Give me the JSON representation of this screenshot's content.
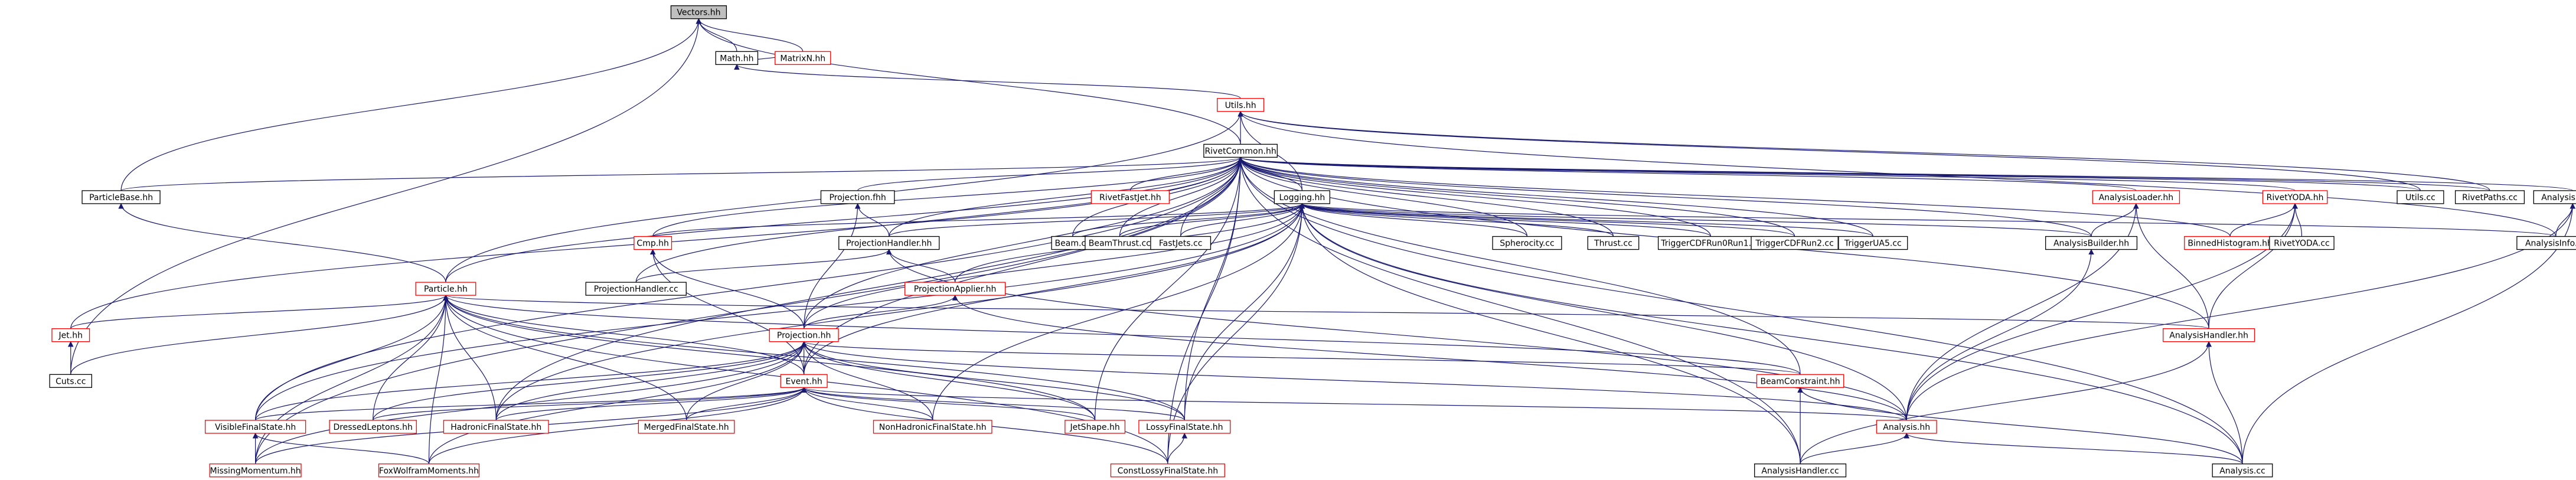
{
  "diagram": {
    "kind": "include-dependency-graph",
    "colors": {
      "edge": "#191970",
      "node_fill": "#ffffff",
      "node_border_documented": "#000000",
      "node_border_undocumented": "#ff0000",
      "root_fill": "#bfbfbf"
    },
    "nodes": [
      {
        "id": "vectors",
        "label": "Vectors.hh",
        "style": "root"
      },
      {
        "id": "math",
        "label": "Math.hh",
        "style": "plain"
      },
      {
        "id": "matrixn",
        "label": "MatrixN.hh",
        "style": "red"
      },
      {
        "id": "utils",
        "label": "Utils.hh",
        "style": "red"
      },
      {
        "id": "rivetcommon",
        "label": "RivetCommon.hh",
        "style": "plain"
      },
      {
        "id": "particlebase",
        "label": "ParticleBase.hh",
        "style": "plain"
      },
      {
        "id": "projectionfhh",
        "label": "Projection.fhh",
        "style": "plain"
      },
      {
        "id": "rivetfastjet",
        "label": "RivetFastJet.hh",
        "style": "red"
      },
      {
        "id": "logging",
        "label": "Logging.hh",
        "style": "plain"
      },
      {
        "id": "analysisloader",
        "label": "AnalysisLoader.hh",
        "style": "red"
      },
      {
        "id": "rivetyoda",
        "label": "RivetYODA.hh",
        "style": "red"
      },
      {
        "id": "utilscc",
        "label": "Utils.cc",
        "style": "plain"
      },
      {
        "id": "rivetpaths",
        "label": "RivetPaths.cc",
        "style": "plain"
      },
      {
        "id": "analysisinfohh",
        "label": "AnalysisInfo.hh",
        "style": "plain"
      },
      {
        "id": "cmp",
        "label": "Cmp.hh",
        "style": "red"
      },
      {
        "id": "projectionhandlerhh",
        "label": "ProjectionHandler.hh",
        "style": "plain"
      },
      {
        "id": "beamcc",
        "label": "Beam.cc",
        "style": "plain"
      },
      {
        "id": "beamthrust",
        "label": "BeamThrust.cc",
        "style": "plain"
      },
      {
        "id": "fastjets",
        "label": "FastJets.cc",
        "style": "plain"
      },
      {
        "id": "spherocity",
        "label": "Spherocity.cc",
        "style": "plain"
      },
      {
        "id": "thrust",
        "label": "Thrust.cc",
        "style": "plain"
      },
      {
        "id": "trig1",
        "label": "TriggerCDFRun0Run1.cc",
        "style": "plain"
      },
      {
        "id": "trig2",
        "label": "TriggerCDFRun2.cc",
        "style": "plain"
      },
      {
        "id": "trigua5",
        "label": "TriggerUA5.cc",
        "style": "plain"
      },
      {
        "id": "analysisbuilder",
        "label": "AnalysisBuilder.hh",
        "style": "plain"
      },
      {
        "id": "binnedhisto",
        "label": "BinnedHistogram.hh",
        "style": "red"
      },
      {
        "id": "rivetyodacc",
        "label": "RivetYODA.cc",
        "style": "plain"
      },
      {
        "id": "analysisinfocc",
        "label": "AnalysisInfo.cc",
        "style": "plain"
      },
      {
        "id": "projectionhandlercc",
        "label": "ProjectionHandler.cc",
        "style": "plain"
      },
      {
        "id": "particle",
        "label": "Particle.hh",
        "style": "red"
      },
      {
        "id": "projectionapplier",
        "label": "ProjectionApplier.hh",
        "style": "red"
      },
      {
        "id": "jet",
        "label": "Jet.hh",
        "style": "red"
      },
      {
        "id": "cuts",
        "label": "Cuts.cc",
        "style": "plain"
      },
      {
        "id": "projectionhh",
        "label": "Projection.hh",
        "style": "red"
      },
      {
        "id": "analysishandlerhh",
        "label": "AnalysisHandler.hh",
        "style": "red"
      },
      {
        "id": "event",
        "label": "Event.hh",
        "style": "red"
      },
      {
        "id": "beamconstraint",
        "label": "BeamConstraint.hh",
        "style": "red"
      },
      {
        "id": "visiblefs",
        "label": "VisibleFinalState.hh",
        "style": "red"
      },
      {
        "id": "dressedleptons",
        "label": "DressedLeptons.hh",
        "style": "red"
      },
      {
        "id": "hadronicfs",
        "label": "HadronicFinalState.hh",
        "style": "red"
      },
      {
        "id": "mergedfs",
        "label": "MergedFinalState.hh",
        "style": "red"
      },
      {
        "id": "nonhadronicfs",
        "label": "NonHadronicFinalState.hh",
        "style": "red"
      },
      {
        "id": "jetshape",
        "label": "JetShape.hh",
        "style": "red"
      },
      {
        "id": "lossyfs",
        "label": "LossyFinalState.hh",
        "style": "red"
      },
      {
        "id": "analysishh",
        "label": "Analysis.hh",
        "style": "red"
      },
      {
        "id": "missingmomentum",
        "label": "MissingMomentum.hh",
        "style": "red"
      },
      {
        "id": "foxwolfram",
        "label": "FoxWolframMoments.hh",
        "style": "red"
      },
      {
        "id": "constlossyfs",
        "label": "ConstLossyFinalState.hh",
        "style": "red"
      },
      {
        "id": "analysishandlercc",
        "label": "AnalysisHandler.cc",
        "style": "plain"
      },
      {
        "id": "analysiscc",
        "label": "Analysis.cc",
        "style": "plain"
      }
    ],
    "edges": [
      [
        "math",
        "vectors"
      ],
      [
        "matrixn",
        "vectors"
      ],
      [
        "matrixn",
        "math"
      ],
      [
        "rivetcommon",
        "vectors"
      ],
      [
        "rivetcommon",
        "utils"
      ],
      [
        "particlebase",
        "vectors"
      ],
      [
        "cuts",
        "vectors"
      ],
      [
        "utils",
        "math"
      ],
      [
        "utilscc",
        "utils"
      ],
      [
        "rivetpaths",
        "utils"
      ],
      [
        "analysisinfocc",
        "utils"
      ],
      [
        "particle",
        "utils"
      ],
      [
        "logging",
        "utils"
      ],
      [
        "particlebase",
        "rivetcommon"
      ],
      [
        "projectionfhh",
        "rivetcommon"
      ],
      [
        "rivetfastjet",
        "rivetcommon"
      ],
      [
        "logging",
        "rivetcommon"
      ],
      [
        "analysisloader",
        "rivetcommon"
      ],
      [
        "rivetyoda",
        "rivetcommon"
      ],
      [
        "utilscc",
        "rivetcommon"
      ],
      [
        "rivetpaths",
        "rivetcommon"
      ],
      [
        "analysisinfohh",
        "rivetcommon"
      ],
      [
        "cmp",
        "rivetcommon"
      ],
      [
        "projectionhandlerhh",
        "rivetcommon"
      ],
      [
        "beamcc",
        "rivetcommon"
      ],
      [
        "beamthrust",
        "rivetcommon"
      ],
      [
        "fastjets",
        "rivetcommon"
      ],
      [
        "spherocity",
        "rivetcommon"
      ],
      [
        "thrust",
        "rivetcommon"
      ],
      [
        "trig1",
        "rivetcommon"
      ],
      [
        "trig2",
        "rivetcommon"
      ],
      [
        "trigua5",
        "rivetcommon"
      ],
      [
        "analysisbuilder",
        "rivetcommon"
      ],
      [
        "particle",
        "rivetcommon"
      ],
      [
        "jet",
        "rivetcommon"
      ],
      [
        "projectionhh",
        "rivetcommon"
      ],
      [
        "event",
        "rivetcommon"
      ],
      [
        "visiblefs",
        "rivetcommon"
      ],
      [
        "hadronicfs",
        "rivetcommon"
      ],
      [
        "jetshape",
        "rivetcommon"
      ],
      [
        "lossyfs",
        "rivetcommon"
      ],
      [
        "beamconstraint",
        "rivetcommon"
      ],
      [
        "analysishandlerhh",
        "rivetcommon"
      ],
      [
        "analysishandlercc",
        "rivetcommon"
      ],
      [
        "analysiscc",
        "rivetcommon"
      ],
      [
        "missingmomentum",
        "rivetcommon"
      ],
      [
        "projectionhandlercc",
        "rivetcommon"
      ],
      [
        "constlossyfs",
        "rivetcommon"
      ],
      [
        "binnedhisto",
        "rivetcommon"
      ],
      [
        "cmp",
        "logging"
      ],
      [
        "projectionhandlerhh",
        "logging"
      ],
      [
        "beamcc",
        "logging"
      ],
      [
        "beamthrust",
        "logging"
      ],
      [
        "fastjets",
        "logging"
      ],
      [
        "spherocity",
        "logging"
      ],
      [
        "thrust",
        "logging"
      ],
      [
        "trig1",
        "logging"
      ],
      [
        "trig2",
        "logging"
      ],
      [
        "trigua5",
        "logging"
      ],
      [
        "analysisbuilder",
        "logging"
      ],
      [
        "analysisinfocc",
        "logging"
      ],
      [
        "projectionapplier",
        "logging"
      ],
      [
        "projectionhh",
        "logging"
      ],
      [
        "event",
        "logging"
      ],
      [
        "hadronicfs",
        "logging"
      ],
      [
        "nonhadronicfs",
        "logging"
      ],
      [
        "lossyfs",
        "logging"
      ],
      [
        "analysishh",
        "logging"
      ],
      [
        "analysishandlercc",
        "logging"
      ],
      [
        "analysiscc",
        "logging"
      ],
      [
        "visiblefs",
        "logging"
      ],
      [
        "constlossyfs",
        "logging"
      ],
      [
        "projectionhandlerhh",
        "projectionfhh"
      ],
      [
        "projectionhh",
        "projectionfhh"
      ],
      [
        "projectionhandlercc",
        "projectionhandlerhh"
      ],
      [
        "projectionapplier",
        "projectionhandlerhh"
      ],
      [
        "analysishh",
        "projectionhandlerhh"
      ],
      [
        "projectionhh",
        "projectionapplier"
      ],
      [
        "analysishh",
        "projectionapplier"
      ],
      [
        "projectionhh",
        "cmp"
      ],
      [
        "event",
        "cmp"
      ],
      [
        "analysisbuilder",
        "analysisloader"
      ],
      [
        "analysishh",
        "analysisloader"
      ],
      [
        "analysishandlerhh",
        "analysisloader"
      ],
      [
        "binnedhisto",
        "rivetyoda"
      ],
      [
        "rivetyodacc",
        "rivetyoda"
      ],
      [
        "analysishh",
        "rivetyoda"
      ],
      [
        "analysishandlerhh",
        "rivetyoda"
      ],
      [
        "analysisinfocc",
        "analysisinfohh"
      ],
      [
        "analysishh",
        "analysisinfohh"
      ],
      [
        "analysiscc",
        "analysisinfohh"
      ],
      [
        "analysishh",
        "analysisbuilder"
      ],
      [
        "particle",
        "particlebase"
      ],
      [
        "jet",
        "particle"
      ],
      [
        "cuts",
        "particle"
      ],
      [
        "event",
        "particle"
      ],
      [
        "visiblefs",
        "particle"
      ],
      [
        "dressedleptons",
        "particle"
      ],
      [
        "hadronicfs",
        "particle"
      ],
      [
        "mergedfs",
        "particle"
      ],
      [
        "jetshape",
        "particle"
      ],
      [
        "lossyfs",
        "particle"
      ],
      [
        "missingmomentum",
        "particle"
      ],
      [
        "foxwolfram",
        "particle"
      ],
      [
        "constlossyfs",
        "particle"
      ],
      [
        "analysishandlerhh",
        "particle"
      ],
      [
        "beamconstraint",
        "particle"
      ],
      [
        "cuts",
        "jet"
      ],
      [
        "event",
        "projectionhh"
      ],
      [
        "visiblefs",
        "projectionhh"
      ],
      [
        "dressedleptons",
        "projectionhh"
      ],
      [
        "hadronicfs",
        "projectionhh"
      ],
      [
        "mergedfs",
        "projectionhh"
      ],
      [
        "nonhadronicfs",
        "projectionhh"
      ],
      [
        "jetshape",
        "projectionhh"
      ],
      [
        "lossyfs",
        "projectionhh"
      ],
      [
        "missingmomentum",
        "projectionhh"
      ],
      [
        "foxwolfram",
        "projectionhh"
      ],
      [
        "beamconstraint",
        "projectionhh"
      ],
      [
        "analysishh",
        "projectionhh"
      ],
      [
        "visiblefs",
        "event"
      ],
      [
        "dressedleptons",
        "event"
      ],
      [
        "hadronicfs",
        "event"
      ],
      [
        "mergedfs",
        "event"
      ],
      [
        "nonhadronicfs",
        "event"
      ],
      [
        "jetshape",
        "event"
      ],
      [
        "lossyfs",
        "event"
      ],
      [
        "missingmomentum",
        "event"
      ],
      [
        "foxwolfram",
        "event"
      ],
      [
        "constlossyfs",
        "event"
      ],
      [
        "analysishh",
        "event"
      ],
      [
        "missingmomentum",
        "visiblefs"
      ],
      [
        "foxwolfram",
        "visiblefs"
      ],
      [
        "constlossyfs",
        "lossyfs"
      ],
      [
        "analysishandlercc",
        "beamconstraint"
      ],
      [
        "analysiscc",
        "beamconstraint"
      ],
      [
        "analysishandlercc",
        "analysishh"
      ],
      [
        "analysiscc",
        "analysishh"
      ],
      [
        "analysishandlercc",
        "analysishandlerhh"
      ],
      [
        "analysiscc",
        "analysishandlerhh"
      ]
    ]
  }
}
